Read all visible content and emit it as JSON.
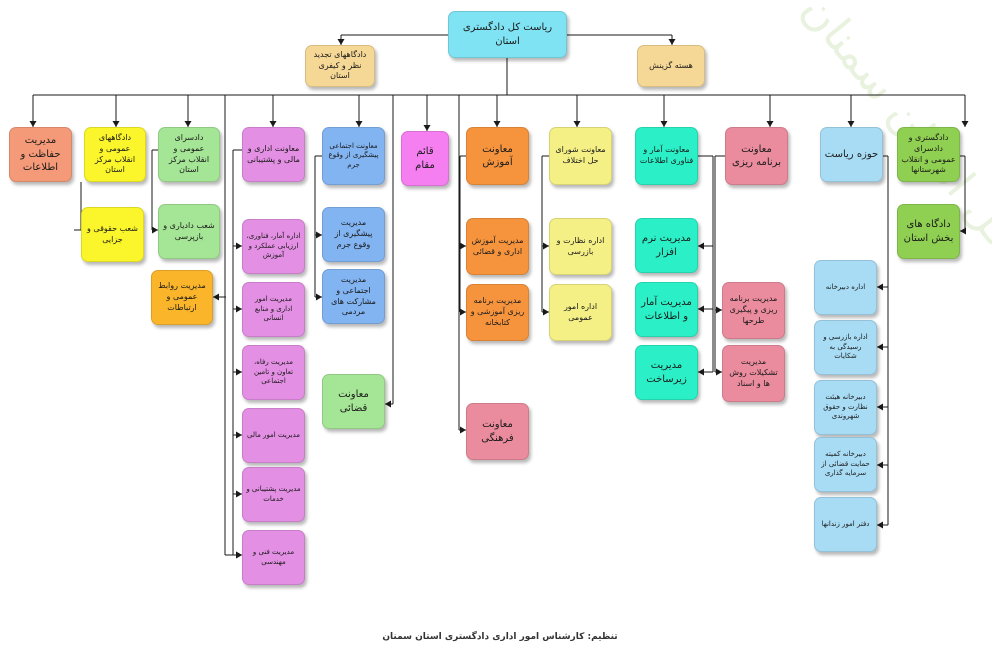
{
  "watermark": "چارت سازمانی دادگستری کل استان سمنان",
  "colors": {
    "cyan": "#7fe3f3",
    "sand": "#f6d896",
    "salmon": "#f59a78",
    "yellow": "#fbf52b",
    "lgreen": "#a5e596",
    "orange": "#fbb52b",
    "violet": "#e38fe3",
    "blue": "#82b4f2",
    "magenta": "#f57ef0",
    "dorange": "#f6943e",
    "pyellow": "#f4f086",
    "mint": "#2bf0c7",
    "pink": "#ea8c9e",
    "sky": "#a8dcf5",
    "olive": "#8fcf52"
  },
  "credit": "تنظیم: کارشناس امور اداری دادگستری استان سمنان",
  "boxes": [
    {
      "name": "head-box",
      "text": "ریاست کل دادگستری استان",
      "color": "cyan",
      "cls": "big"
    },
    {
      "name": "courts-review-box",
      "text": "دادگاههای تجدید نظر و کیفری استان",
      "color": "sand",
      "cls": ""
    },
    {
      "name": "selection-box",
      "text": "هسته گزینش",
      "color": "sand",
      "cls": ""
    },
    {
      "name": "protection-box",
      "text": "مدیریت حفاظت و اطلاعات",
      "color": "salmon",
      "cls": "big"
    },
    {
      "name": "center-courts-box",
      "text": "دادگاههای عمومی و انقلاب مرکز استان",
      "color": "yellow",
      "cls": ""
    },
    {
      "name": "civil-branches-box",
      "text": "شعب حقوقی و جزایی",
      "color": "yellow",
      "cls": ""
    },
    {
      "name": "prosecutor-center-box",
      "text": "دادسرای عمومی و انقلاب مرکز استان",
      "color": "lgreen",
      "cls": ""
    },
    {
      "name": "inspection-branches-box",
      "text": "شعب دادیاری و بازپرسی",
      "color": "lgreen",
      "cls": ""
    },
    {
      "name": "public-relations-box",
      "text": "مدیریت روابط عمومی و ارتباطات",
      "color": "orange",
      "cls": ""
    },
    {
      "name": "admin-deputy-box",
      "text": "معاونت اداری و مالی و پشتیبانی",
      "color": "violet",
      "cls": ""
    },
    {
      "name": "admin-sub1-box",
      "text": "اداره آمار، فناوری، ارزیابی عملکرد و آموزش",
      "color": "violet",
      "cls": "small"
    },
    {
      "name": "admin-sub2-box",
      "text": "مدیریت امور اداری و منابع انسانی",
      "color": "violet",
      "cls": "small"
    },
    {
      "name": "admin-sub3-box",
      "text": "مدیریت رفاه، تعاون و تامین اجتماعی",
      "color": "violet",
      "cls": "small"
    },
    {
      "name": "admin-sub4-box",
      "text": "مدیریت امور مالی",
      "color": "violet",
      "cls": "small"
    },
    {
      "name": "admin-sub5-box",
      "text": "مدیریت پشتیبانی و خدمات",
      "color": "violet",
      "cls": "small"
    },
    {
      "name": "admin-sub6-box",
      "text": "مدیریت فنی و مهندسی",
      "color": "violet",
      "cls": "small"
    },
    {
      "name": "social-deputy-box",
      "text": "معاونت اجتماعی پیشگیری از وقوع جرم",
      "color": "blue",
      "cls": "small"
    },
    {
      "name": "crime-prevention-box",
      "text": "مدیریت پیشگیری از وقوع جرم",
      "color": "blue",
      "cls": ""
    },
    {
      "name": "social-participation-box",
      "text": "مدیریت اجتماعی و مشارکت های مردمی",
      "color": "blue",
      "cls": ""
    },
    {
      "name": "judicial-deputy-box",
      "text": "معاونت قضائی",
      "color": "lgreen",
      "cls": "big"
    },
    {
      "name": "authority-box",
      "text": "قائم مقام",
      "color": "magenta",
      "cls": "big"
    },
    {
      "name": "education-deputy-box",
      "text": "معاونت آموزش",
      "color": "dorange",
      "cls": "big"
    },
    {
      "name": "edu-judicial-box",
      "text": "مدیریت آموزش اداری و قضائی",
      "color": "dorange",
      "cls": ""
    },
    {
      "name": "edu-planning-box",
      "text": "مدیریت برنامه ریزی آموزشی و کتابخانه",
      "color": "dorange",
      "cls": ""
    },
    {
      "name": "cultural-deputy-box",
      "text": "معاونت فرهنگی",
      "color": "pink",
      "cls": "big"
    },
    {
      "name": "dispute-deputy-box",
      "text": "معاونت شورای حل اختلاف",
      "color": "pyellow",
      "cls": ""
    },
    {
      "name": "supervision-box",
      "text": "اداره نظارت و بازرسی",
      "color": "pyellow",
      "cls": ""
    },
    {
      "name": "public-affairs-box",
      "text": "اداره امور عمومی",
      "color": "pyellow",
      "cls": ""
    },
    {
      "name": "it-deputy-box",
      "text": "معاونت آمار و فناوری اطلاعات",
      "color": "mint",
      "cls": ""
    },
    {
      "name": "software-box",
      "text": "مدیریت نرم افزار",
      "color": "mint",
      "cls": "big"
    },
    {
      "name": "statistics-box",
      "text": "مدیریت آمار و اطلاعات",
      "color": "mint",
      "cls": "big"
    },
    {
      "name": "infrastructure-box",
      "text": "مدیریت زیرساخت",
      "color": "mint",
      "cls": "big"
    },
    {
      "name": "planning-deputy-box",
      "text": "معاونت برنامه ریزی",
      "color": "pink",
      "cls": "big"
    },
    {
      "name": "planning-followup-box",
      "text": "مدیریت برنامه ریزی و پیگیری طرحها",
      "color": "pink",
      "cls": ""
    },
    {
      "name": "methods-box",
      "text": "مدیریت تشکیلات روش ها و اسناد",
      "color": "pink",
      "cls": ""
    },
    {
      "name": "office-box",
      "text": "حوزه ریاست",
      "color": "sky",
      "cls": "big"
    },
    {
      "name": "office-sub1-box",
      "text": "اداره دبیرخانه",
      "color": "sky",
      "cls": "small"
    },
    {
      "name": "office-sub2-box",
      "text": "اداره بازرسی و رسیدگی به شکایات",
      "color": "sky",
      "cls": "small"
    },
    {
      "name": "office-sub3-box",
      "text": "دبیرخانه هیئت نظارت و حقوق شهروندی",
      "color": "sky",
      "cls": "small"
    },
    {
      "name": "office-sub4-box",
      "text": "دبیرخانه کمیته حمایت قضائی از سرمایه گذاری",
      "color": "sky",
      "cls": "small"
    },
    {
      "name": "office-sub5-box",
      "text": "دفتر امور زندانها",
      "color": "sky",
      "cls": "small"
    },
    {
      "name": "county-courts-box",
      "text": "دادگستری و دادسرای عمومی و انقلاب شهرستانها",
      "color": "olive",
      "cls": ""
    },
    {
      "name": "district-courts-box",
      "text": "دادگاه های بخش استان",
      "color": "olive",
      "cls": "big"
    }
  ]
}
